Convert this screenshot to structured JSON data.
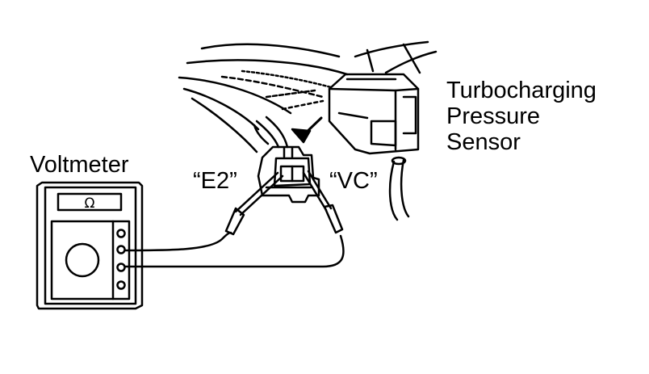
{
  "labels": {
    "sensor_line1": "Turbocharging",
    "sensor_line2": "Pressure",
    "sensor_line3": "Sensor",
    "voltmeter": "Voltmeter",
    "terminal_e2": "“E2”",
    "terminal_vc": "“VC”"
  },
  "meter": {
    "display_symbol": "Ω"
  },
  "colors": {
    "ink": "#000000",
    "paper": "#ffffff"
  }
}
